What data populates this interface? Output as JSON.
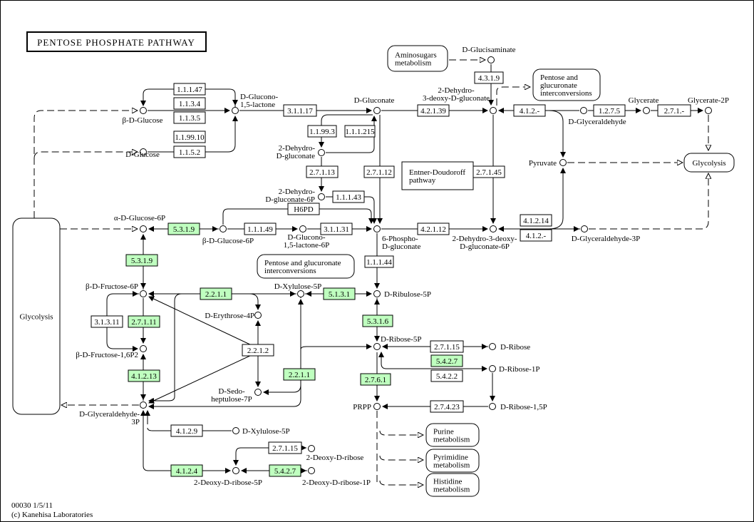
{
  "title": "PENTOSE PHOSPHATE PATHWAY",
  "footer": {
    "line1": "00030 1/5/11",
    "line2": "(c) Kanehisa Laboratories"
  },
  "colors": {
    "highlight_enzyme": "#bfffbf",
    "normal_enzyme": "#ffffff",
    "line": "#000000"
  },
  "enzymes": [
    {
      "label": "1.1.1.47",
      "highlighted": false
    },
    {
      "label": "1.1.3.4",
      "highlighted": false
    },
    {
      "label": "1.1.3.5",
      "highlighted": false
    },
    {
      "label": "1.1.99.10",
      "highlighted": false
    },
    {
      "label": "1.1.5.2",
      "highlighted": false
    },
    {
      "label": "3.1.1.17",
      "highlighted": false
    },
    {
      "label": "1.1.99.3",
      "highlighted": false
    },
    {
      "label": "1.1.1.215",
      "highlighted": false
    },
    {
      "label": "2.7.1.13",
      "highlighted": false
    },
    {
      "label": "2.7.1.12",
      "highlighted": false
    },
    {
      "label": "1.1.1.43",
      "highlighted": false
    },
    {
      "label": "H6PD",
      "highlighted": false
    },
    {
      "label": "5.3.1.9",
      "highlighted": true
    },
    {
      "label": "1.1.1.49",
      "highlighted": false
    },
    {
      "label": "3.1.1.31",
      "highlighted": false
    },
    {
      "label": "4.2.1.39",
      "highlighted": false
    },
    {
      "label": "4.3.1.9",
      "highlighted": false
    },
    {
      "label": "4.1.2.-",
      "highlighted": false
    },
    {
      "label": "1.2.7.5",
      "highlighted": false
    },
    {
      "label": "2.7.1.-",
      "highlighted": false
    },
    {
      "label": "2.7.1.45",
      "highlighted": false
    },
    {
      "label": "4.1.2.14",
      "highlighted": false
    },
    {
      "label": "4.1.2.-",
      "highlighted": false
    },
    {
      "label": "4.2.1.12",
      "highlighted": false
    },
    {
      "label": "1.1.1.44",
      "highlighted": false
    },
    {
      "label": "5.3.1.9",
      "highlighted": true
    },
    {
      "label": "2.2.1.1",
      "highlighted": true
    },
    {
      "label": "5.1.3.1",
      "highlighted": true
    },
    {
      "label": "3.1.3.11",
      "highlighted": false
    },
    {
      "label": "2.7.1.11",
      "highlighted": true
    },
    {
      "label": "2.2.1.2",
      "highlighted": false
    },
    {
      "label": "4.1.2.13",
      "highlighted": true
    },
    {
      "label": "2.2.1.1",
      "highlighted": true
    },
    {
      "label": "5.3.1.6",
      "highlighted": true
    },
    {
      "label": "2.7.1.15",
      "highlighted": false
    },
    {
      "label": "5.4.2.7",
      "highlighted": true
    },
    {
      "label": "5.4.2.2",
      "highlighted": false
    },
    {
      "label": "2.7.6.1",
      "highlighted": true
    },
    {
      "label": "2.7.4.23",
      "highlighted": false
    },
    {
      "label": "4.1.2.9",
      "highlighted": false
    },
    {
      "label": "2.7.1.15",
      "highlighted": false
    },
    {
      "label": "4.1.2.4",
      "highlighted": true
    },
    {
      "label": "5.4.2.7",
      "highlighted": true
    }
  ],
  "compounds": [
    {
      "label": "β-D-Glucose"
    },
    {
      "label": "D-Glucono-|1,5-lactone"
    },
    {
      "label": "D-Glucose"
    },
    {
      "label": "D-Gluconate"
    },
    {
      "label": "2-Dehydro-|D-gluconate"
    },
    {
      "label": "2-Dehydro-|D-gluconate-6P"
    },
    {
      "label": "6-Phospho-|D-gluconate"
    },
    {
      "label": "α-D-Glucose-6P"
    },
    {
      "label": "β-D-Glucose-6P"
    },
    {
      "label": "D-Glucono-|1,5-lactone-6P"
    },
    {
      "label": "2-Dehydro-|3-deoxy-D-gluconate"
    },
    {
      "label": "D-Glucisaminate"
    },
    {
      "label": "D-Glyceraldehyde"
    },
    {
      "label": "Glycerate"
    },
    {
      "label": "Glycerate-2P"
    },
    {
      "label": "Pyruvate"
    },
    {
      "label": "2-Dehydro-3-deoxy-|D-gluconate-6P"
    },
    {
      "label": "D-Glyceraldehyde-3P"
    },
    {
      "label": "β-D-Fructose-6P"
    },
    {
      "label": "D-Xylulose-5P"
    },
    {
      "label": "D-Ribulose-5P"
    },
    {
      "label": "D-Erythrose-4P"
    },
    {
      "label": "β-D-Fructose-1,6P2"
    },
    {
      "label": "D-Ribose-5P"
    },
    {
      "label": "D-Ribose"
    },
    {
      "label": "D-Ribose-1P"
    },
    {
      "label": "D-Sedo-|heptulose-7P"
    },
    {
      "label": "D-Glyceraldehyde-|3P"
    },
    {
      "label": "PRPP"
    },
    {
      "label": "D-Ribose-1,5P"
    },
    {
      "label": "D-Xylulose-5P"
    },
    {
      "label": "2-Deoxy-D-ribose"
    },
    {
      "label": "2-Deoxy-D-ribose-5P"
    },
    {
      "label": "2-Deoxy-D-ribose-1P"
    }
  ],
  "maps": [
    {
      "label": "Aminosugars|metabolism"
    },
    {
      "label": "Pentose and|glucuronate|interconversions"
    },
    {
      "label": "Glycolysis"
    },
    {
      "label": "Glycolysis"
    },
    {
      "label": "Pentose and glucuronate|interconversions"
    },
    {
      "label": "Purine|metabolism"
    },
    {
      "label": "Pyrimidine|metabolism"
    },
    {
      "label": "Histidine|metabolism"
    },
    {
      "label": "Entner-Doudoroff|pathway"
    }
  ]
}
